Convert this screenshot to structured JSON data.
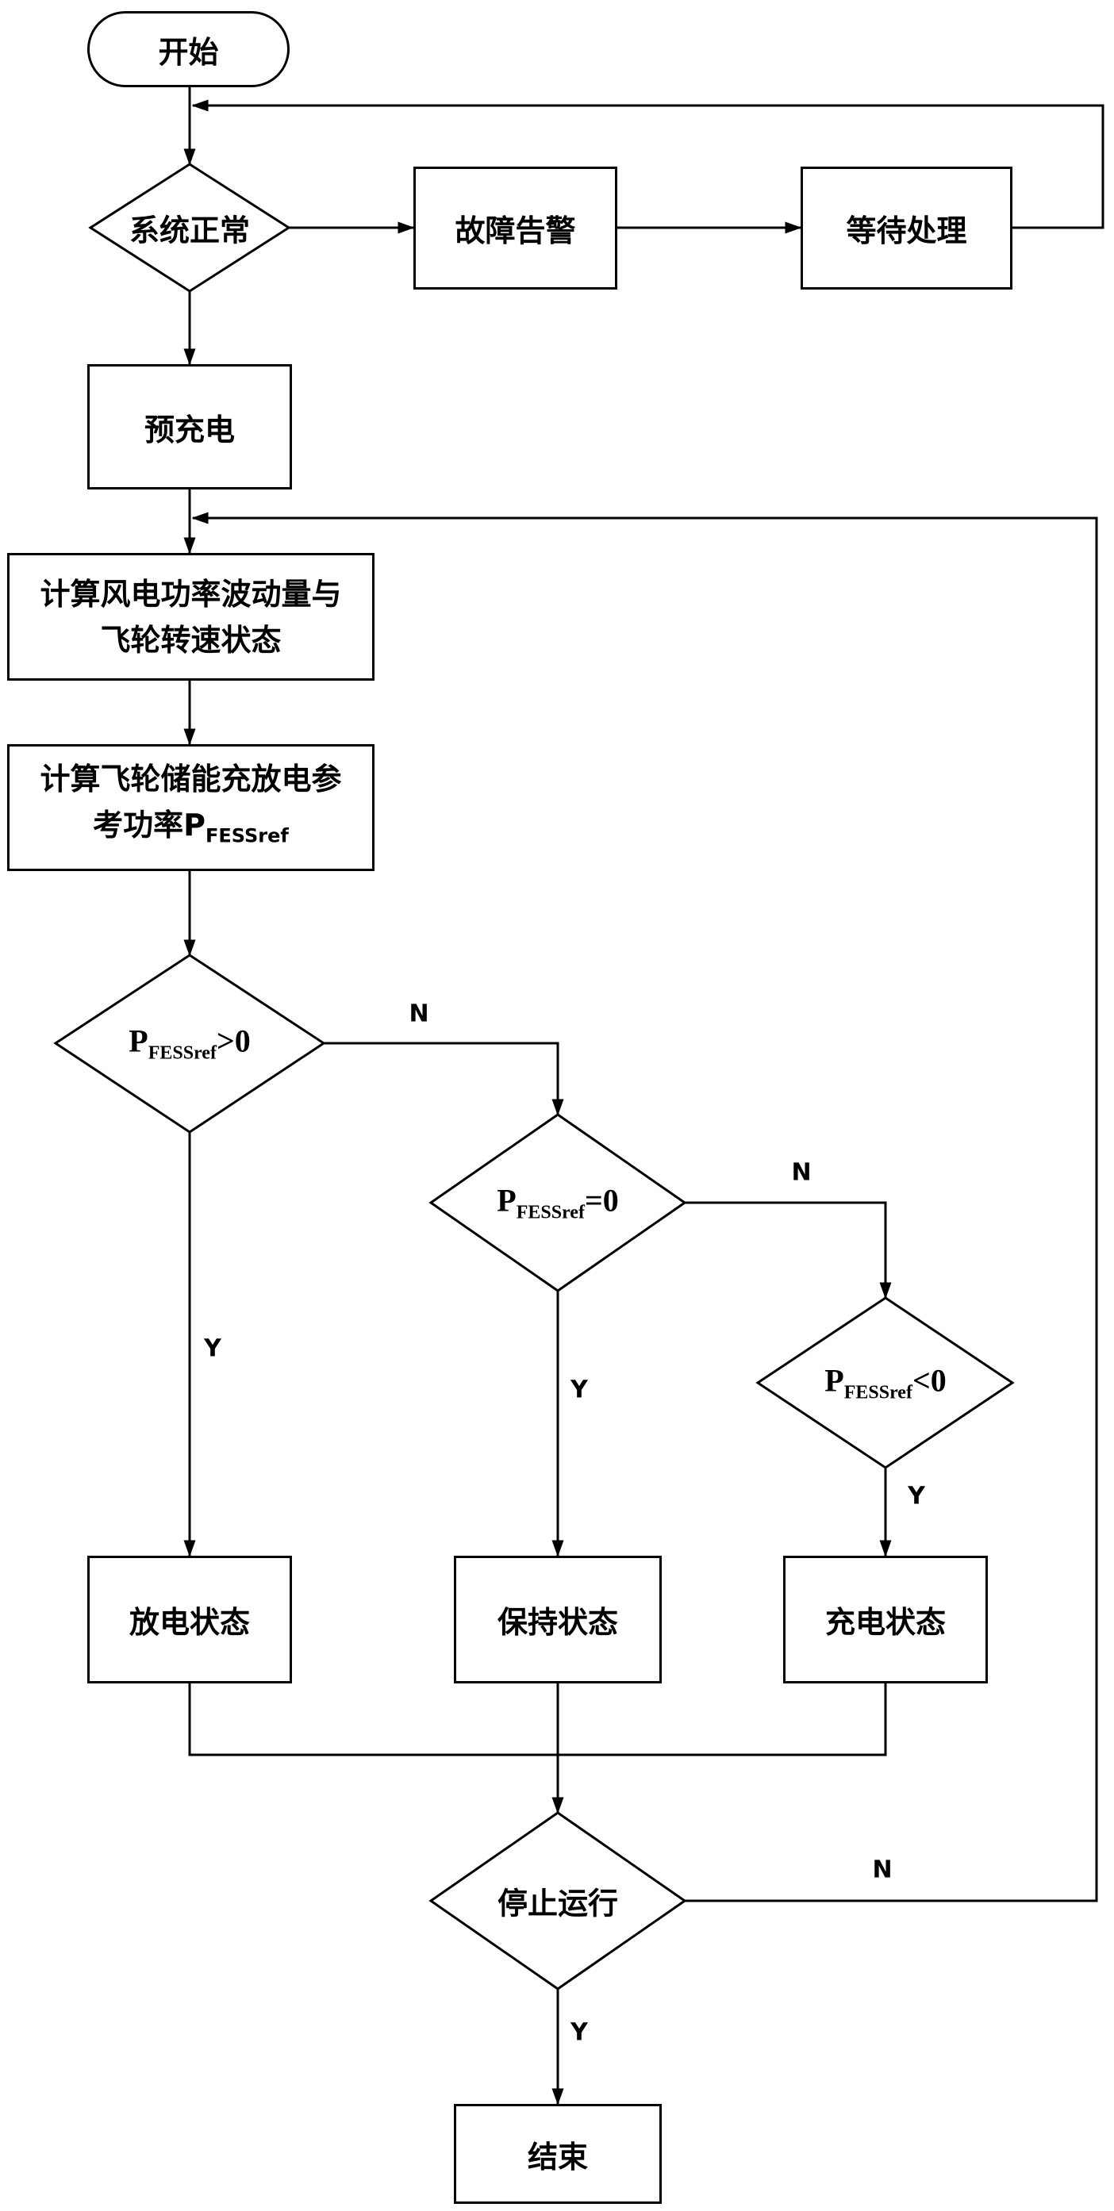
{
  "nodes": {
    "start": {
      "label": "开始"
    },
    "sys_normal": {
      "label": "系统正常"
    },
    "fault_alarm": {
      "label": "故障告警"
    },
    "wait_handle": {
      "label": "等待处理"
    },
    "precharge": {
      "label": "预充电"
    },
    "calc_fluct": {
      "line1": "计算风电功率波动量与",
      "line2": "飞轮转速状态"
    },
    "calc_ref": {
      "line1": "计算飞轮储能充放电参",
      "line2_text": "考功率P",
      "line2_sub": "FESSref"
    },
    "p_gt0": {
      "base": "P",
      "sub": "FESSref",
      "cond": ">0"
    },
    "p_eq0": {
      "base": "P",
      "sub": "FESSref",
      "cond": "=0"
    },
    "p_lt0": {
      "base": "P",
      "sub": "FESSref",
      "cond": "<0"
    },
    "discharge": {
      "label": "放电状态"
    },
    "hold": {
      "label": "保持状态"
    },
    "charge": {
      "label": "充电状态"
    },
    "stop": {
      "label": "停止运行"
    },
    "end": {
      "label": "结束"
    }
  },
  "edge_labels": {
    "gt0_no": "N",
    "gt0_yes": "Y",
    "eq0_no": "N",
    "eq0_yes": "Y",
    "lt0_yes": "Y",
    "stop_no": "N",
    "stop_yes": "Y"
  },
  "colors": {
    "line": "#000000",
    "background": "#ffffff"
  }
}
